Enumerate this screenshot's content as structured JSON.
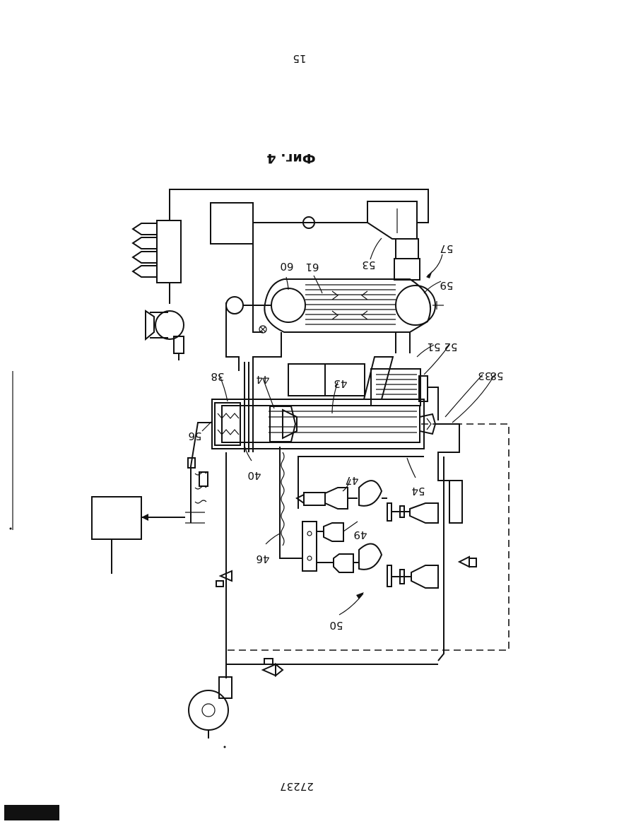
{
  "page_number": "15",
  "figure_caption": "Фиг. 4",
  "document_number": "27237",
  "labels": {
    "l33": "33",
    "l38": "38",
    "l40": "40",
    "l43": "43",
    "l44": "44",
    "l46": "46",
    "l47": "47",
    "l49": "49",
    "l50": "50",
    "l51": "51",
    "l52": "52",
    "l53": "53",
    "l54": "54",
    "l56": "56",
    "l57": "57",
    "l58": "58",
    "l59": "59",
    "l60": "60",
    "l61": "61"
  },
  "colors": {
    "ink": "#111111",
    "paper": "#ffffff"
  },
  "orientation": "rotated-180"
}
